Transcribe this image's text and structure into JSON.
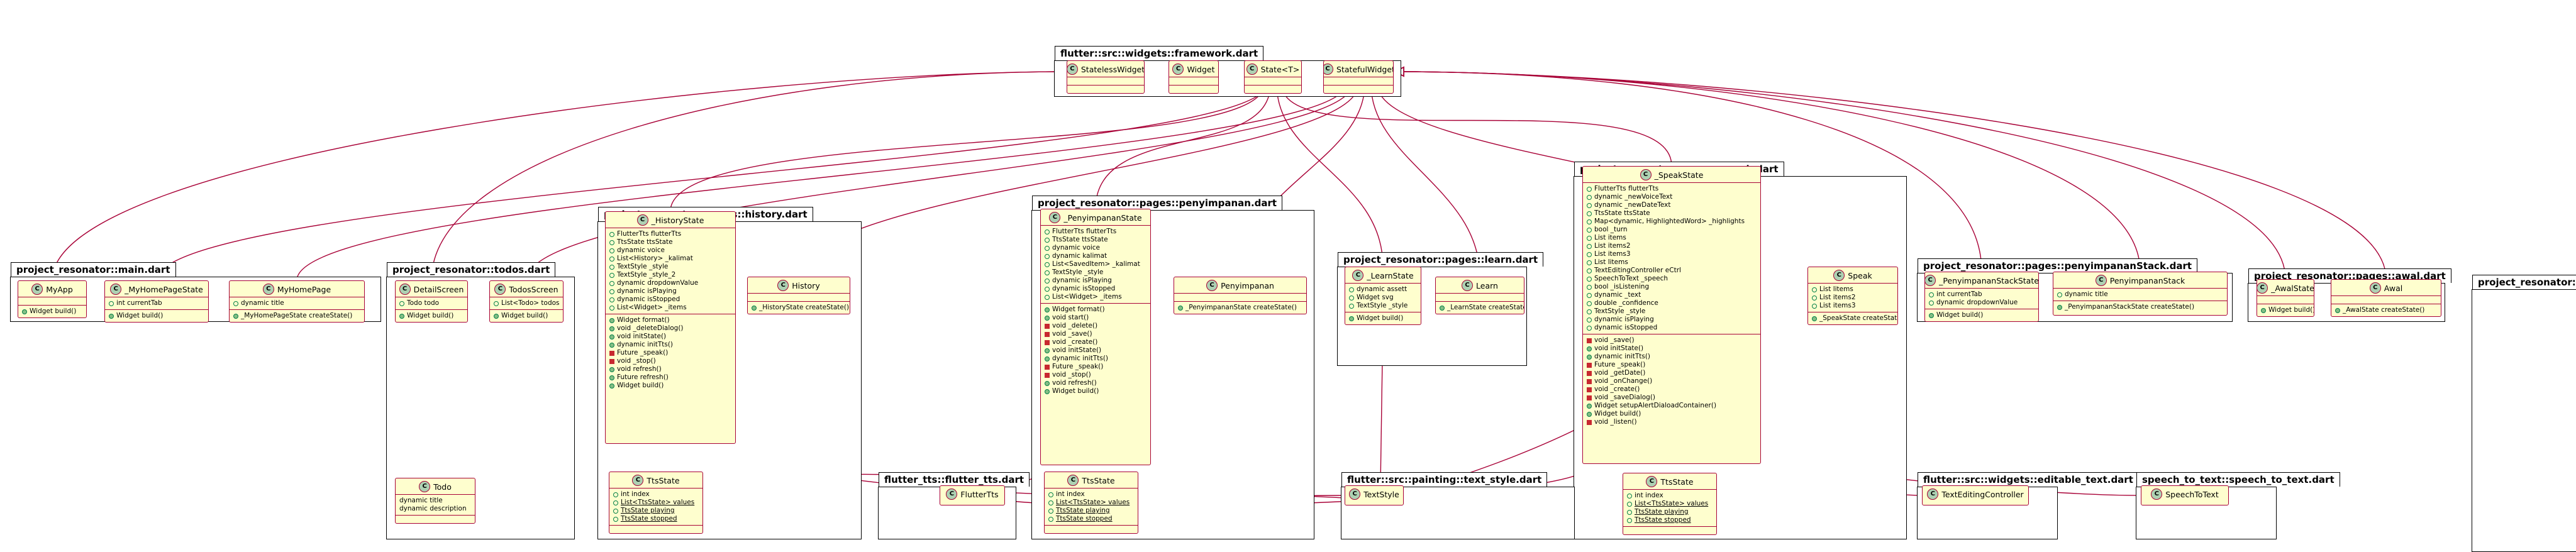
{
  "packages": {
    "framework": {
      "title": "flutter::src::widgets::framework.dart"
    },
    "main": {
      "title": "project_resonator::main.dart"
    },
    "todos": {
      "title": "project_resonator::todos.dart"
    },
    "history": {
      "title": "project_resonator::pages::history.dart"
    },
    "penyimpanan": {
      "title": "project_resonator::pages::penyimpanan.dart"
    },
    "learn": {
      "title": "project_resonator::pages::learn.dart"
    },
    "speak": {
      "title": "project_resonator::pages::speak.dart"
    },
    "penyStack": {
      "title": "project_resonator::pages::penyimpananStack.dart"
    },
    "awal": {
      "title": "project_resonator::pages::awal.dart"
    },
    "cut": {
      "title": "project_resonator::"
    },
    "flutterTts": {
      "title": "flutter_tts::flutter_tts.dart"
    },
    "textStyle": {
      "title": "flutter::src::painting::text_style.dart"
    },
    "editableText": {
      "title": "flutter::src::widgets::editable_text.dart"
    },
    "speechToText": {
      "title": "speech_to_text::speech_to_text.dart"
    }
  },
  "classes": {
    "StatelessWidget": {
      "name": "StatelessWidget",
      "fields": [],
      "methods": []
    },
    "Widget": {
      "name": "Widget",
      "fields": [],
      "methods": []
    },
    "StateT": {
      "name": "State<T>",
      "fields": [],
      "methods": []
    },
    "StatefulWidget": {
      "name": "StatefulWidget",
      "fields": [],
      "methods": []
    },
    "MyApp": {
      "name": "MyApp",
      "fields": [],
      "methods": [
        {
          "t": "Widget build()"
        }
      ]
    },
    "MyHomePageState": {
      "name": "_MyHomePageState",
      "fields": [
        {
          "t": "int currentTab"
        }
      ],
      "methods": [
        {
          "t": "Widget build()"
        }
      ]
    },
    "MyHomePage": {
      "name": "MyHomePage",
      "fields": [
        {
          "t": "dynamic title"
        }
      ],
      "methods": [
        {
          "t": "_MyHomePageState createState()"
        }
      ]
    },
    "DetailScreen": {
      "name": "DetailScreen",
      "fields": [
        {
          "t": "Todo todo"
        }
      ],
      "methods": [
        {
          "t": "Widget build()"
        }
      ]
    },
    "TodosScreen": {
      "name": "TodosScreen",
      "fields": [
        {
          "t": "List<Todo> todos"
        }
      ],
      "methods": [
        {
          "t": "Widget build()"
        }
      ]
    },
    "Todo": {
      "name": "Todo",
      "fields": [
        {
          "t": "dynamic title",
          "v": "none"
        },
        {
          "t": "dynamic description",
          "v": "none"
        }
      ],
      "methods": []
    },
    "HistoryState": {
      "name": "_HistoryState",
      "fields": [
        {
          "t": "FlutterTts flutterTts"
        },
        {
          "t": "TtsState ttsState"
        },
        {
          "t": "dynamic voice"
        },
        {
          "t": "List<History> _kalimat"
        },
        {
          "t": "TextStyle _style"
        },
        {
          "t": "TextStyle _style_2"
        },
        {
          "t": "dynamic dropdownValue"
        },
        {
          "t": "dynamic isPlaying"
        },
        {
          "t": "dynamic isStopped"
        },
        {
          "t": "List<Widget> _items"
        }
      ],
      "methods": [
        {
          "t": "Widget format()"
        },
        {
          "t": "void _deleteDialog()"
        },
        {
          "t": "void initState()"
        },
        {
          "t": "dynamic initTts()"
        },
        {
          "t": "Future _speak()",
          "v": "priv"
        },
        {
          "t": "void _stop()",
          "v": "priv"
        },
        {
          "t": "void refresh()"
        },
        {
          "t": "Future refresh()"
        },
        {
          "t": "Widget build()"
        }
      ]
    },
    "History": {
      "name": "History",
      "fields": [],
      "methods": [
        {
          "t": "_HistoryState createState()"
        }
      ]
    },
    "TtsStateH": {
      "name": "TtsState",
      "fields": [
        {
          "t": "int index"
        },
        {
          "t": "List<TtsState> values",
          "s": true
        },
        {
          "t": "TtsState playing",
          "s": true
        },
        {
          "t": "TtsState stopped",
          "s": true
        }
      ],
      "methods": []
    },
    "PenyimpananState": {
      "name": "_PenyimpananState",
      "fields": [
        {
          "t": "FlutterTts flutterTts"
        },
        {
          "t": "TtsState ttsState"
        },
        {
          "t": "dynamic voice"
        },
        {
          "t": "dynamic kalimat"
        },
        {
          "t": "List<SavedItem> _kalimat"
        },
        {
          "t": "TextStyle _style"
        },
        {
          "t": "dynamic isPlaying"
        },
        {
          "t": "dynamic isStopped"
        },
        {
          "t": "List<Widget> _items"
        }
      ],
      "methods": [
        {
          "t": "Widget format()"
        },
        {
          "t": "void start()"
        },
        {
          "t": "void _delete()",
          "v": "priv"
        },
        {
          "t": "void _save()",
          "v": "priv"
        },
        {
          "t": "void _create()",
          "v": "priv"
        },
        {
          "t": "void initState()"
        },
        {
          "t": "dynamic initTts()"
        },
        {
          "t": "Future _speak()",
          "v": "priv"
        },
        {
          "t": "void _stop()",
          "v": "priv"
        },
        {
          "t": "void refresh()"
        },
        {
          "t": "Widget build()"
        }
      ]
    },
    "Penyimpanan": {
      "name": "Penyimpanan",
      "fields": [],
      "methods": [
        {
          "t": "_PenyimpananState createState()"
        }
      ]
    },
    "TtsStateP": {
      "name": "TtsState",
      "fields": [
        {
          "t": "int index"
        },
        {
          "t": "List<TtsState> values",
          "s": true
        },
        {
          "t": "TtsState playing",
          "s": true
        },
        {
          "t": "TtsState stopped",
          "s": true
        }
      ],
      "methods": []
    },
    "LearnState": {
      "name": "_LearnState",
      "fields": [
        {
          "t": "dynamic assett"
        },
        {
          "t": "Widget svg"
        },
        {
          "t": "TextStyle _style"
        }
      ],
      "methods": [
        {
          "t": "Widget build()"
        }
      ]
    },
    "Learn": {
      "name": "Learn",
      "fields": [],
      "methods": [
        {
          "t": "_LearnState createState()"
        }
      ]
    },
    "SpeakState": {
      "name": "_SpeakState",
      "fields": [
        {
          "t": "FlutterTts flutterTts"
        },
        {
          "t": "dynamic _newVoiceText"
        },
        {
          "t": "dynamic _newDateText"
        },
        {
          "t": "TtsState ttsState"
        },
        {
          "t": "Map<dynamic, HighlightedWord> _highlights"
        },
        {
          "t": "bool _turn"
        },
        {
          "t": "List items"
        },
        {
          "t": "List items2"
        },
        {
          "t": "List items3"
        },
        {
          "t": "List litems"
        },
        {
          "t": "TextEditingController eCtrl"
        },
        {
          "t": "SpeechToText _speech"
        },
        {
          "t": "bool _isListening"
        },
        {
          "t": "dynamic _text"
        },
        {
          "t": "double _confidence"
        },
        {
          "t": "TextStyle _style"
        },
        {
          "t": "dynamic isPlaying"
        },
        {
          "t": "dynamic isStopped"
        }
      ],
      "methods": [
        {
          "t": "void _save()",
          "v": "priv"
        },
        {
          "t": "void initState()"
        },
        {
          "t": "dynamic initTts()"
        },
        {
          "t": "Future _speak()",
          "v": "priv"
        },
        {
          "t": "void _getDate()",
          "v": "priv"
        },
        {
          "t": "void _onChange()",
          "v": "priv"
        },
        {
          "t": "void _create()",
          "v": "priv"
        },
        {
          "t": "void _saveDialog()",
          "v": "priv"
        },
        {
          "t": "Widget setupAlertDialoadContainer()"
        },
        {
          "t": "Widget build()"
        },
        {
          "t": "void _listen()",
          "v": "priv"
        }
      ]
    },
    "Speak": {
      "name": "Speak",
      "fields": [
        {
          "t": "List litems"
        },
        {
          "t": "List items2"
        },
        {
          "t": "List items3"
        }
      ],
      "methods": [
        {
          "t": "_SpeakState createState()"
        }
      ]
    },
    "TtsStateS": {
      "name": "TtsState",
      "fields": [
        {
          "t": "int index"
        },
        {
          "t": "List<TtsState> values",
          "s": true
        },
        {
          "t": "TtsState playing",
          "s": true
        },
        {
          "t": "TtsState stopped",
          "s": true
        }
      ],
      "methods": []
    },
    "PenyimpananStackState": {
      "name": "_PenyimpananStackState",
      "fields": [
        {
          "t": "int currentTab"
        },
        {
          "t": "dynamic dropdownValue"
        }
      ],
      "methods": [
        {
          "t": "Widget build()"
        }
      ]
    },
    "PenyimpananStack": {
      "name": "PenyimpananStack",
      "fields": [
        {
          "t": "dynamic title"
        }
      ],
      "methods": [
        {
          "t": "_PenyimpananStackState createState()"
        }
      ]
    },
    "AwalState": {
      "name": "_AwalState",
      "fields": [],
      "methods": [
        {
          "t": "Widget build()"
        }
      ]
    },
    "Awal": {
      "name": "Awal",
      "fields": [],
      "methods": [
        {
          "t": "_AwalState createState()"
        }
      ]
    },
    "FlutterTts": {
      "name": "FlutterTts",
      "fields": null,
      "methods": null
    },
    "TextStyle": {
      "name": "TextStyle",
      "fields": null,
      "methods": null
    },
    "TextEditingController": {
      "name": "TextEditingController",
      "fields": null,
      "methods": null
    },
    "SpeechToText": {
      "name": "SpeechToText",
      "fields": null,
      "methods": null
    }
  },
  "colors": {
    "line": "#a80036",
    "fill": "#fefece",
    "badge": "#add1b2"
  }
}
